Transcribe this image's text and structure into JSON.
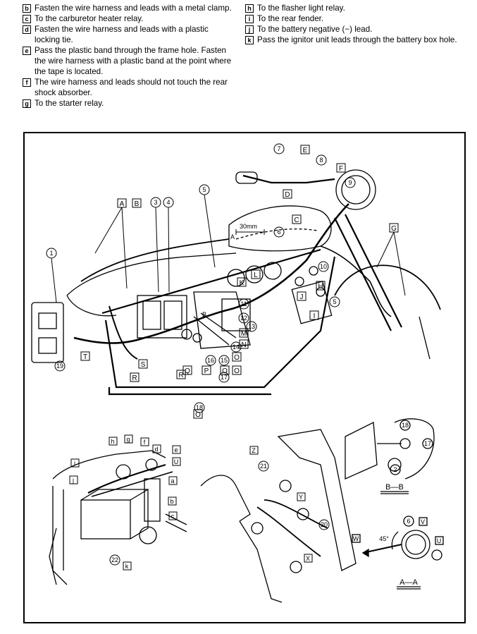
{
  "notes_left": [
    {
      "key": "b",
      "text": "Fasten the wire harness and leads with a metal clamp."
    },
    {
      "key": "c",
      "text": "To the carburetor heater relay."
    },
    {
      "key": "d",
      "text": "Fasten the wire harness and leads with a plastic locking tie."
    },
    {
      "key": "e",
      "text": "Pass the plastic band through the frame hole. Fasten the wire harness with a plastic band at the point where the tape is located."
    },
    {
      "key": "f",
      "text": "The wire harness and leads should not touch the rear shock absorber."
    },
    {
      "key": "g",
      "text": "To the starter relay."
    }
  ],
  "notes_right": [
    {
      "key": "h",
      "text": "To the flasher light relay."
    },
    {
      "key": "i",
      "text": "To the rear fender."
    },
    {
      "key": "j",
      "text": "To the battery negative (−) lead."
    },
    {
      "key": "k",
      "text": "Pass the ignitor unit leads through the battery box hole."
    }
  ],
  "diagram": {
    "dimension": "30mm",
    "section_bb": "B—B",
    "section_aa": "A—A",
    "angle": "45°",
    "section_marks": {
      "a": "A",
      "b": "B"
    },
    "boxed_letters": [
      "A",
      "B",
      "C",
      "D",
      "E",
      "F",
      "G",
      "H",
      "I",
      "J",
      "K",
      "L",
      "M",
      "N",
      "O",
      "P",
      "Q",
      "R",
      "S",
      "T",
      "U",
      "V",
      "W",
      "X",
      "Y",
      "Z"
    ],
    "numbers": [
      "1",
      "2",
      "3",
      "4",
      "5",
      "6",
      "7",
      "8",
      "9",
      "10",
      "11",
      "12",
      "13",
      "14",
      "15",
      "16",
      "17",
      "18",
      "19",
      "20",
      "21",
      "22"
    ],
    "small_letters": [
      "a",
      "b",
      "c",
      "d",
      "e",
      "f",
      "g",
      "h",
      "i",
      "j",
      "k"
    ]
  }
}
